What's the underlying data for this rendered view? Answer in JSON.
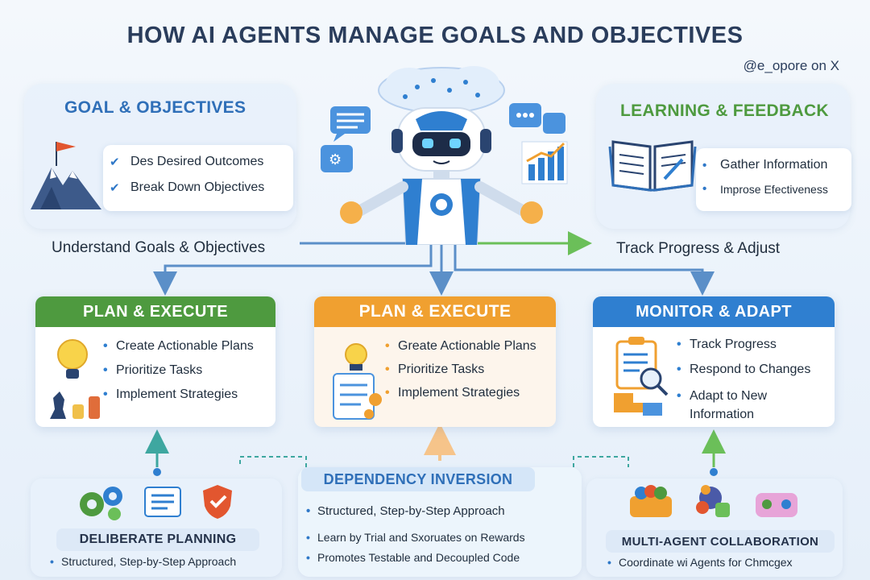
{
  "header": {
    "title": "HOW AI AGENTS MANAGE GOALS AND OBJECTIVES",
    "handle": "@e_opore on X"
  },
  "goals": {
    "heading": "GOAL & OBJECTIVES",
    "items": [
      "Des Desired Outcomes",
      "Break Down Objectives"
    ],
    "caption": "Understand Goals & Objectives"
  },
  "learning": {
    "heading": "LEARNING & FEEDBACK",
    "items": [
      "Gather Information",
      "Improse Efectiveness"
    ],
    "caption": "Track Progress & Adjust"
  },
  "cards": [
    {
      "heading": "PLAN & EXECUTE",
      "color": "#4e9a3f",
      "items": [
        "Create Actionable Plans",
        "Prioritize Tasks",
        "Implement Strategies"
      ]
    },
    {
      "heading": "PLAN & EXECUTE",
      "color": "#f0a030",
      "items": [
        "Greate Actionable Plans",
        "Prioritize Tasks",
        "Implement Strategies"
      ]
    },
    {
      "heading": "MONITOR & ADAPT",
      "color": "#2f7fd0",
      "items": [
        "Track Progress",
        "Respond to Changes",
        "Adapt to New Information"
      ]
    }
  ],
  "bottom": {
    "left": {
      "heading": "DELIBERATE PLANNING",
      "items": [
        "Structured, Step-by-Step Approach"
      ]
    },
    "center": {
      "heading": "DEPENDENCY INVERSION",
      "items": [
        "Structured, Step-by-Step Approach",
        "Learn by Trial and Sxoruates on Rewards",
        "Promotes Testable and Decoupled Code"
      ]
    },
    "right": {
      "heading": "MULTI-AGENT COLLABORATION",
      "items": [
        "Coordinate wi Agents for Chmcgex"
      ]
    }
  },
  "icons": [
    "robot-icon",
    "thought-cloud-icon",
    "chat-bubble-icon",
    "bar-chart-icon",
    "mountain-flag-icon",
    "open-book-icon",
    "lightbulb-icon",
    "chess-pieces-icon",
    "checklist-gear-icon",
    "clipboard-magnifier-icon",
    "gears-icon",
    "shield-check-icon",
    "team-icon"
  ],
  "colors": {
    "title": "#2a3d5c",
    "goals_heading": "#2f6fb8",
    "learning_heading": "#4e9a3f",
    "accent_blue": "#2f7fd0",
    "accent_orange": "#f0a030",
    "accent_green": "#4e9a3f",
    "connector": "#5b8fc8",
    "connector_green": "#6bbf59"
  }
}
